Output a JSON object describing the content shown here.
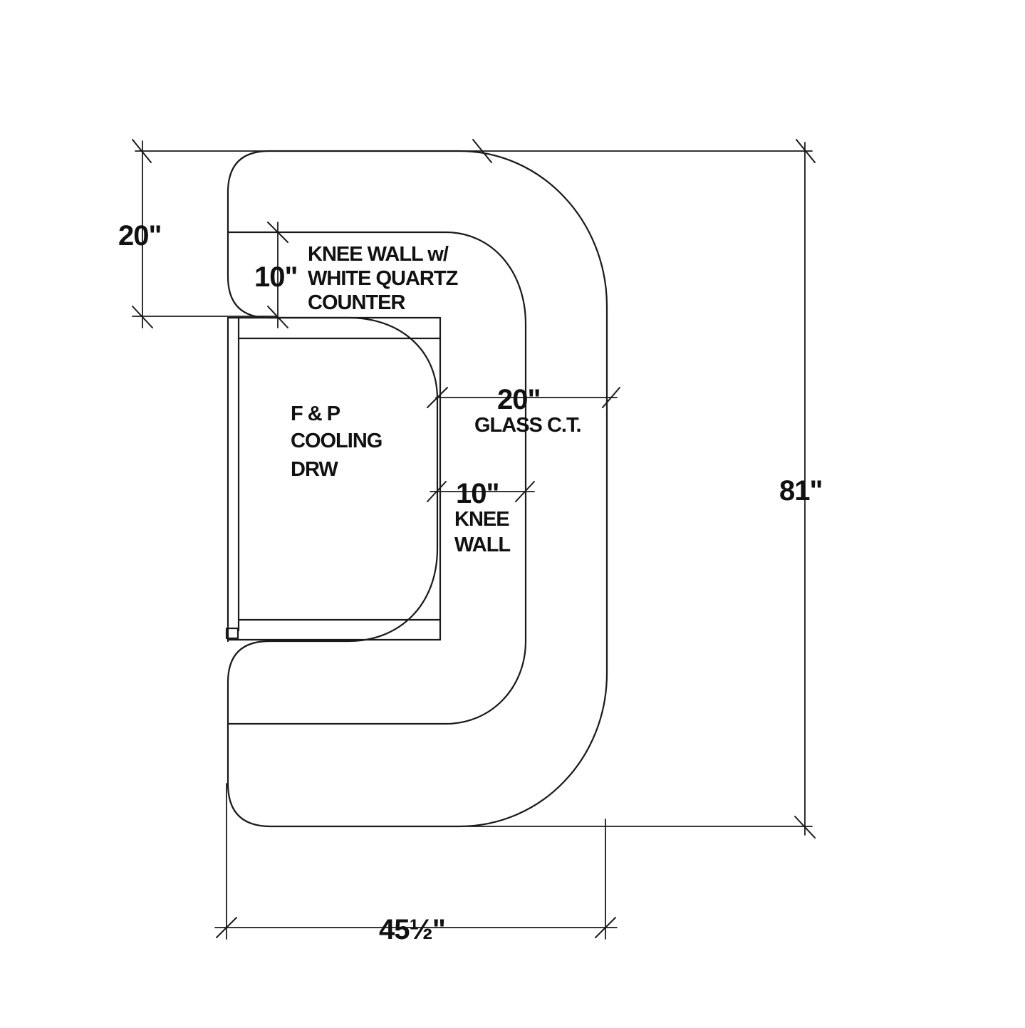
{
  "colors": {
    "counter_fill": "#d6f3f8",
    "line": "#1a1a1a",
    "background": "#ffffff"
  },
  "labels": {
    "top_left_dim": "20\"",
    "knee_wall_dim": "10\"",
    "knee_wall_note": [
      "KNEE WALL w/",
      "WHITE QUARTZ",
      "COUNTER"
    ],
    "cooling_drawer": [
      "F & P",
      "COOLING",
      "DRW"
    ],
    "glass_dim": "20\"",
    "glass_note": "GLASS C.T.",
    "side_knee_dim": "10\"",
    "side_knee_note": [
      "KNEE",
      "WALL"
    ],
    "overall_height": "81\"",
    "overall_width": "45½\""
  }
}
